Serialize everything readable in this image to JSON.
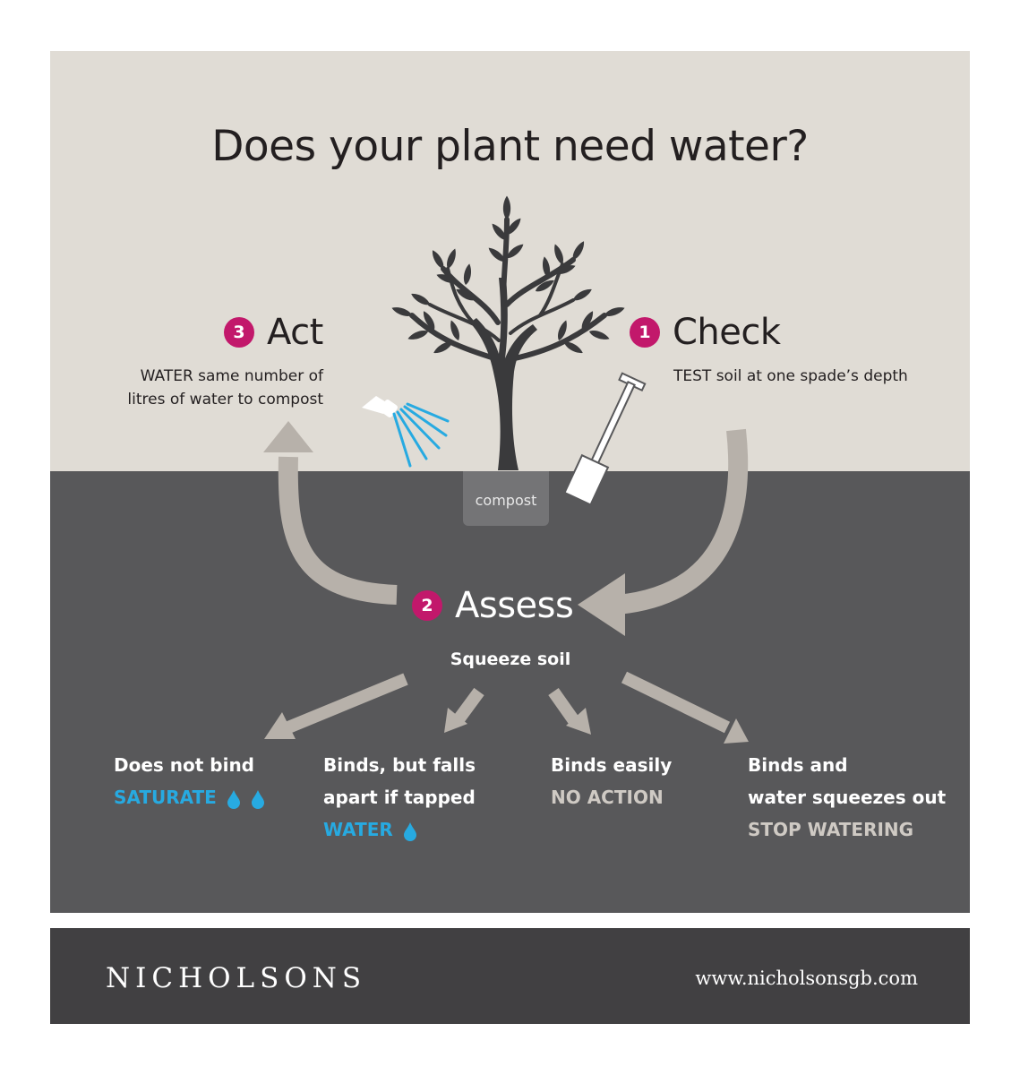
{
  "title": "Does your plant need water?",
  "steps": {
    "check": {
      "number": "1",
      "label": "Check",
      "desc": "TEST soil at one spade’s depth"
    },
    "assess": {
      "number": "2",
      "label": "Assess",
      "desc": "Squeeze soil"
    },
    "act": {
      "number": "3",
      "label": "Act",
      "desc_line1": "WATER same number of",
      "desc_line2": "litres of water to compost"
    }
  },
  "compost_label": "compost",
  "outcomes": [
    {
      "condition_line1": "Does not bind",
      "action": "SATURATE",
      "drops": 2
    },
    {
      "condition_line1": "Binds, but falls",
      "condition_line2": "apart if tapped",
      "action": "WATER",
      "drops": 1
    },
    {
      "condition_line1": "Binds easily",
      "action": "NO ACTION",
      "drops": 0
    },
    {
      "condition_line1": "Binds and",
      "condition_line2": "water squeezes out",
      "action": "STOP WATERING",
      "drops": 0
    }
  ],
  "footer": {
    "brand": "NICHOLSONS",
    "url": "www.nicholsonsgb.com"
  },
  "colors": {
    "background_top": "#e0dcd5",
    "background_soil": "#58585a",
    "footer": "#414042",
    "badge": "#c2186b",
    "water_blue": "#27aae1",
    "arrow": "#b7b1aa",
    "tree": "#3a3a3c"
  },
  "icons": [
    "tree-icon",
    "spade-icon",
    "hose-spray-icon",
    "water-drop-icon"
  ]
}
